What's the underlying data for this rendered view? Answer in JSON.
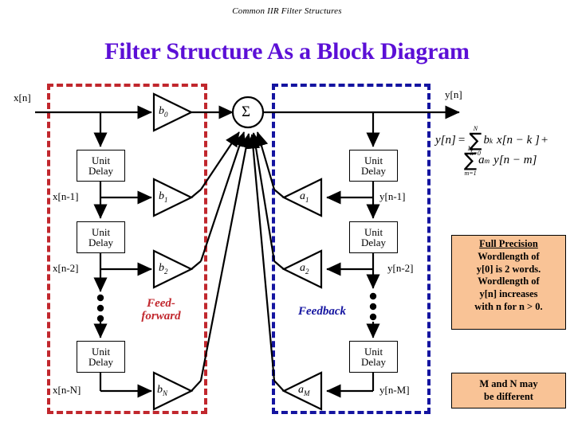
{
  "slide": {
    "header": "Common IIR Filter Structures",
    "title": "Filter Structure As a Block Diagram"
  },
  "colors": {
    "title": "#5b0fd6",
    "feedforward": "#c1272d",
    "feedback": "#1414a0",
    "note_bg": "#f9c396"
  },
  "diagram": {
    "input_label": "x[n]",
    "output_label": "y[n]",
    "sigma_symbol": "Σ",
    "feedforward_word_line1": "Feed-",
    "feedforward_word_line2": "forward",
    "feedback_word": "Feedback",
    "unit_delay_line1": "Unit",
    "unit_delay_line2": "Delay",
    "ellipsis_dots": 3,
    "feedforward_taps": [
      {
        "signal": "x[n]",
        "gain": "b",
        "gain_sub": "0"
      },
      {
        "signal": "x[n-1]",
        "gain": "b",
        "gain_sub": "1"
      },
      {
        "signal": "x[n-2]",
        "gain": "b",
        "gain_sub": "2"
      },
      {
        "signal": "x[n-N]",
        "gain": "b",
        "gain_sub": "N"
      }
    ],
    "feedback_taps": [
      {
        "signal": "y[n-1]",
        "gain": "a",
        "gain_sub": "1"
      },
      {
        "signal": "y[n-2]",
        "gain": "a",
        "gain_sub": "2"
      },
      {
        "signal": "y[n-M]",
        "gain": "a",
        "gain_sub": "M"
      }
    ]
  },
  "equation": {
    "lhs": "y[n]",
    "equals": "=",
    "sum1": {
      "symbol": "∑",
      "upper": "N",
      "lower": "k=0",
      "coef": "b",
      "coef_sub": "k",
      "term": "x[n − k ]"
    },
    "plus": "+",
    "sum2": {
      "symbol": "∑",
      "upper": "M",
      "lower": "m=1",
      "coef": "a",
      "coef_sub": "m",
      "term": "y[n − m]"
    }
  },
  "notes": {
    "precision": {
      "heading": "Full Precision",
      "lines": [
        "Wordlength of",
        "y[0] is 2 words.",
        "Wordlength of",
        "y[n] increases",
        "with n for n > 0."
      ]
    },
    "mn": {
      "lines": [
        "M and N may",
        "be different"
      ]
    }
  }
}
